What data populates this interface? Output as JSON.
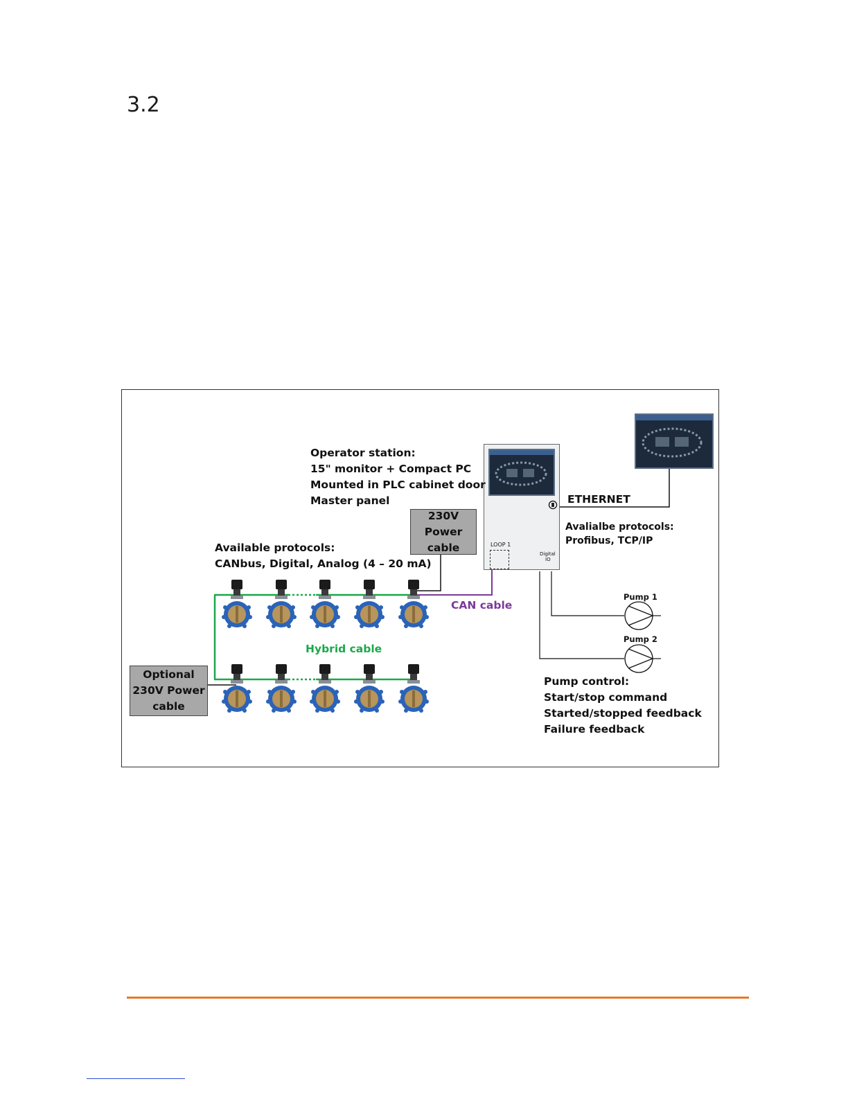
{
  "section": {
    "number": "3.2"
  },
  "diagram": {
    "operator_station": {
      "lines": [
        "Operator station:",
        "15\" monitor + Compact PC",
        "Mounted in PLC cabinet door",
        "Master panel"
      ]
    },
    "power_cable_box": {
      "lines": [
        "230V",
        "Power",
        "cable"
      ]
    },
    "optional_power_box": {
      "lines": [
        "Optional",
        "230V Power",
        "cable"
      ]
    },
    "available_protocols": {
      "lines": [
        "Available protocols:",
        "CANbus, Digital, Analog (4 – 20 mA)"
      ]
    },
    "ethernet_label": "ETHERNET",
    "plc_protocols": {
      "lines": [
        "Avalialbe protocols:",
        "Profibus, TCP/IP"
      ]
    },
    "can_cable_label": "CAN cable",
    "hybrid_cable_label": "Hybrid cable",
    "cabinet": {
      "loop_label": "LOOP 1",
      "digital_label_1": "Digital",
      "digital_label_2": "IO"
    },
    "pumps": [
      {
        "label": "Pump 1"
      },
      {
        "label": "Pump 2"
      }
    ],
    "pump_control": {
      "lines": [
        "Pump control:",
        "Start/stop command",
        "Started/stopped feedback",
        "Failure feedback"
      ]
    },
    "colors": {
      "hybrid_cable": "#1aa84a",
      "can_cable": "#7a3a9a",
      "power_box": "#a8a8a8",
      "valve_body": "#2a63b8",
      "valve_disc": "#b8955a",
      "footer_rule": "#e8782a"
    }
  }
}
